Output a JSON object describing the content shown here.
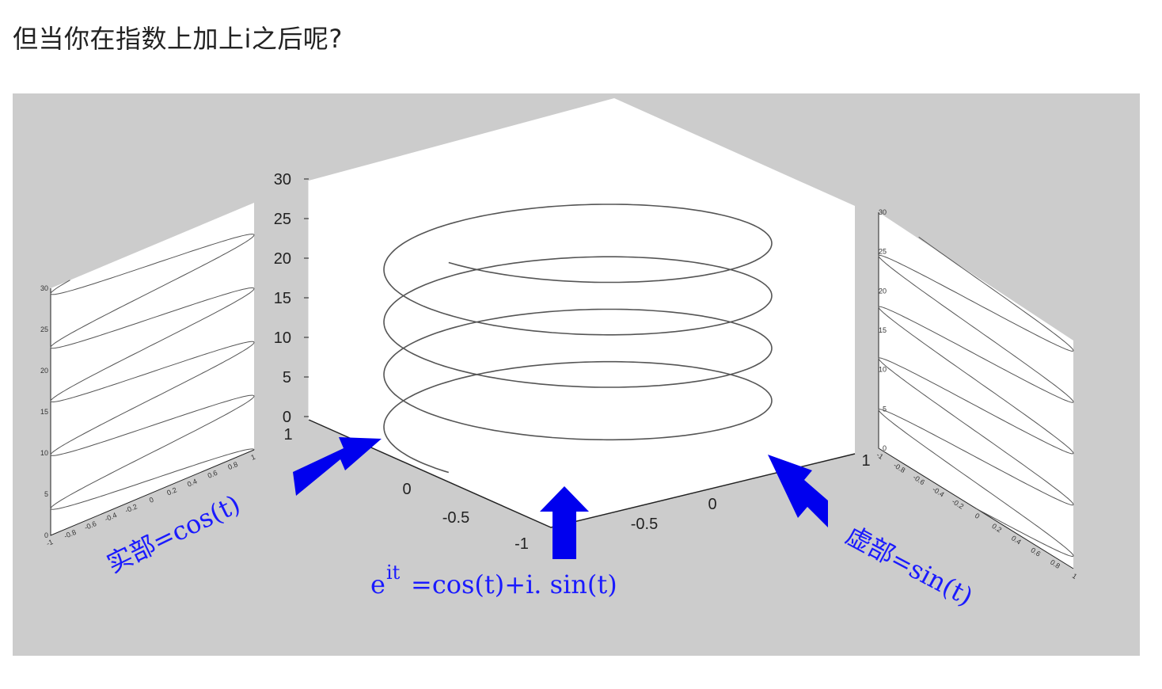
{
  "heading": "但当你在指数上加上i之后呢?",
  "figure": {
    "colors": {
      "background": "#cccccc",
      "wall": "#ffffff",
      "curve": "#555555",
      "label": "#1a1aff",
      "arrow": "#0000ee"
    },
    "main_plot": {
      "z_ticks": [
        "30",
        "25",
        "20",
        "15",
        "10",
        "5",
        "0"
      ],
      "x_ticks": [
        "1",
        "0",
        "-0.5",
        "-1"
      ],
      "y_ticks": [
        "1",
        "0",
        "-0.5"
      ]
    },
    "left_plot": {
      "y_ticks": [
        "30",
        "25",
        "20",
        "15",
        "10",
        "5",
        "0"
      ],
      "x_ticks": [
        "-1",
        "-0.8",
        "-0.6",
        "-0.4",
        "-0.2",
        "0",
        "0.2",
        "0.4",
        "0.6",
        "0.8",
        "1"
      ]
    },
    "right_plot": {
      "y_ticks": [
        "30",
        "25",
        "20",
        "15",
        "10",
        "5",
        "0"
      ],
      "x_ticks": [
        "-1",
        "-0.8",
        "-0.6",
        "-0.4",
        "-0.2",
        "0",
        "0.2",
        "0.4",
        "0.6",
        "0.8",
        "1"
      ]
    },
    "labels": {
      "real_part": "实部=cos(t)",
      "imag_part": "虚部=sin(t)",
      "euler_base": "e",
      "euler_exp": "it",
      "euler_rhs": "=cos(t)+i. sin(t)"
    }
  }
}
